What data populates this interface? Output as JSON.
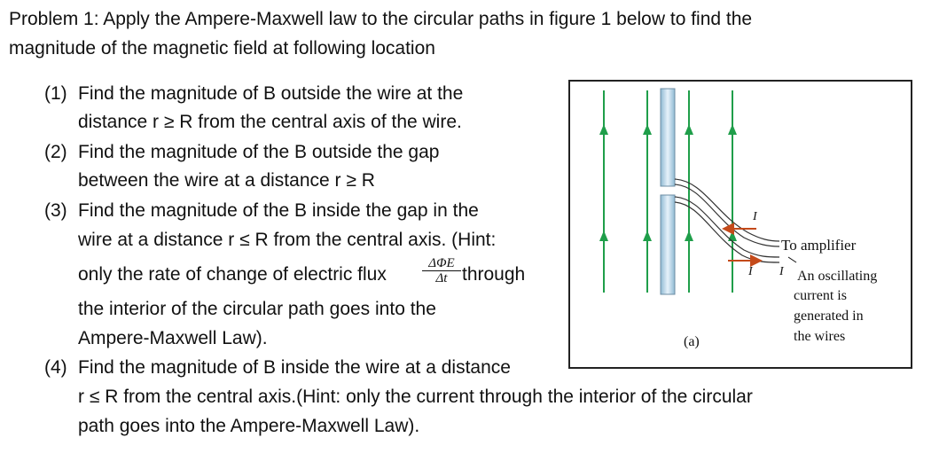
{
  "problem": {
    "line1": "Problem 1: Apply the Ampere-Maxwell law to the circular paths in figure 1 below to find the",
    "line2": "magnitude of the magnetic field at following location"
  },
  "items": [
    {
      "number": "(1)",
      "lines": [
        "Find the magnitude of B outside the wire at the",
        "distance r ≥ R from the central axis of the wire."
      ]
    },
    {
      "number": "(2)",
      "lines": [
        "Find the magnitude of the B outside the gap",
        "between the wire  at a distance r ≥ R"
      ]
    },
    {
      "number": "(3)",
      "lines": [
        "Find the magnitude of the B inside the gap in the",
        "wire at a distance r ≤ R from the central axis. (Hint:",
        "only the rate of change of electric flux",
        "through",
        "the interior of the circular path goes into the",
        "Ampere-Maxwell Law)."
      ]
    },
    {
      "number": "(4)",
      "lines": [
        "Find the magnitude of B inside the wire at a distance",
        "r ≤ R from the central axis.(Hint: only the current through the interior of the circular",
        "path goes into the Ampere-Maxwell Law)."
      ]
    }
  ],
  "flux_fraction": {
    "numerator": "ΔΦE",
    "denominator": "Δt"
  },
  "figure": {
    "label": "(a)",
    "current_top": "I",
    "current_bottom": "I",
    "current_mid": "I",
    "to_amplifier": "To amplifier",
    "caption_lines": [
      "An oscillating",
      "current is",
      "generated in",
      "the wires"
    ],
    "colors": {
      "field_line": "#1f9e4a",
      "wire": "#b9d6e8",
      "arrow": "#c44a1a"
    }
  }
}
